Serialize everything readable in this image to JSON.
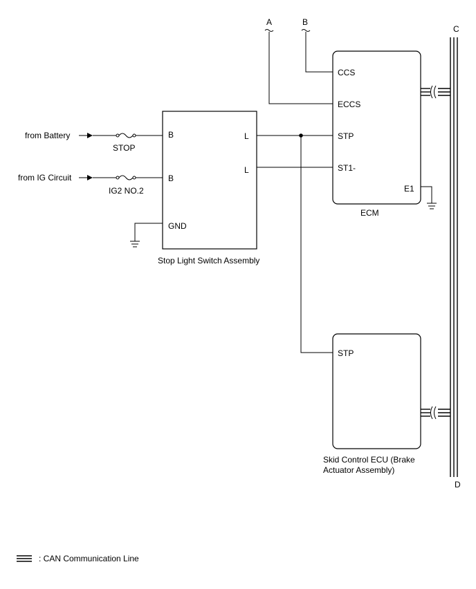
{
  "colors": {
    "line": "#000000",
    "background": "#ffffff"
  },
  "connectors": {
    "a": "A",
    "b": "B",
    "c": "C",
    "d": "D"
  },
  "sources": {
    "battery": "from Battery",
    "ig_circuit": "from IG Circuit"
  },
  "fuses": {
    "stop": "STOP",
    "ig2": "IG2 NO.2"
  },
  "switch": {
    "name": "Stop Light Switch Assembly",
    "pin_b1": "B",
    "pin_b2": "B",
    "pin_gnd": "GND",
    "pin_l1": "L",
    "pin_l2": "L"
  },
  "ecm": {
    "name": "ECM",
    "pin_ccs": "CCS",
    "pin_eccs": "ECCS",
    "pin_stp": "STP",
    "pin_st1": "ST1-",
    "pin_e1": "E1"
  },
  "skid": {
    "name_line1": "Skid Control ECU (Brake",
    "name_line2": "Actuator Assembly)",
    "pin_stp": "STP"
  },
  "legend": {
    "label": ": CAN Communication Line"
  }
}
